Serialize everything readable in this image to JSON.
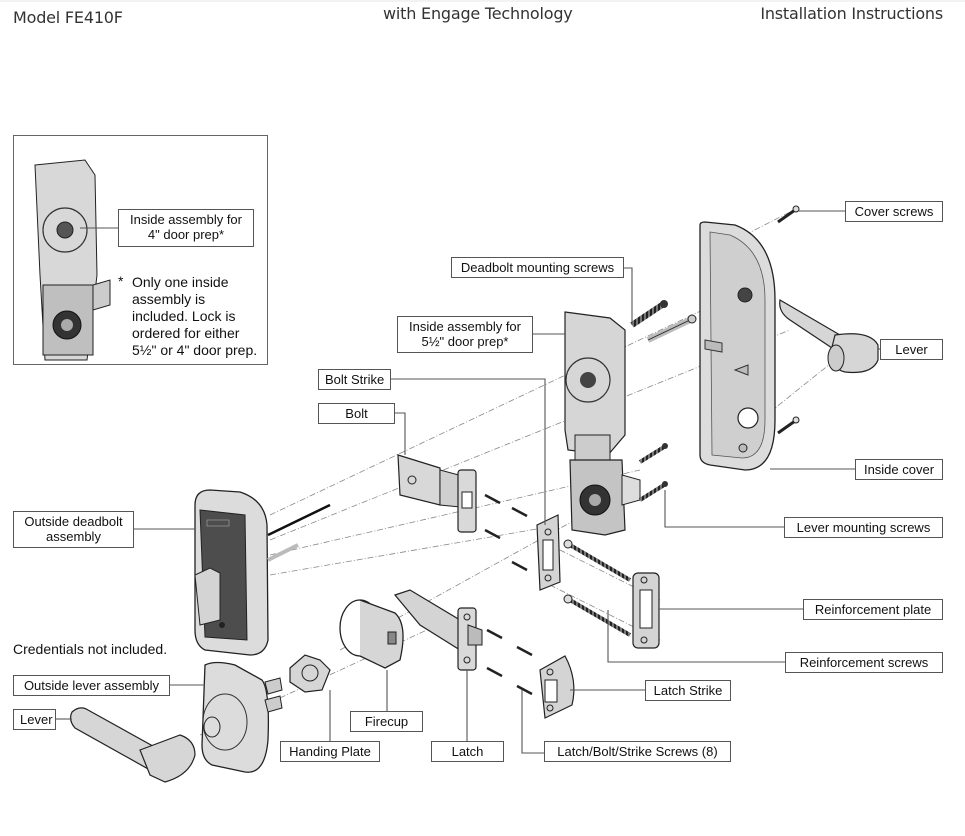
{
  "header": {
    "model": "Model FE410F",
    "subtitle": "with Engage Technology",
    "doc_type": "Installation Instructions"
  },
  "inset": {
    "label": [
      "Inside assembly for",
      "4\" door prep*"
    ],
    "footnote_marker": "*",
    "footnote": [
      "Only one inside",
      "assembly is",
      "included. Lock is",
      "ordered for either",
      "5½\" or 4\" door prep."
    ]
  },
  "notes": {
    "credentials": "Credentials not included."
  },
  "callouts": {
    "cover_screws": "Cover screws",
    "deadbolt_mounting_screws": "Deadbolt mounting screws",
    "inside_assembly_55": [
      "Inside assembly for",
      "5½\" door prep*"
    ],
    "lever_inside": "Lever",
    "bolt_strike": "Bolt Strike",
    "bolt": "Bolt",
    "inside_cover": "Inside cover",
    "outside_deadbolt_assembly": [
      "Outside deadbolt",
      "assembly"
    ],
    "lever_mounting_screws": "Lever mounting screws",
    "reinforcement_plate": "Reinforcement plate",
    "reinforcement_screws": "Reinforcement screws",
    "outside_lever_assembly": "Outside lever assembly",
    "latch_strike": "Latch Strike",
    "lever_outside": "Lever",
    "firecup": "Firecup",
    "handing_plate": "Handing Plate",
    "latch": "Latch",
    "screws_8": "Latch/Bolt/Strike Screws (8)"
  },
  "colors": {
    "part_fill": "#d9d9d9",
    "part_dark": "#4a4a4a",
    "outline": "#222222",
    "leader": "#555555"
  }
}
